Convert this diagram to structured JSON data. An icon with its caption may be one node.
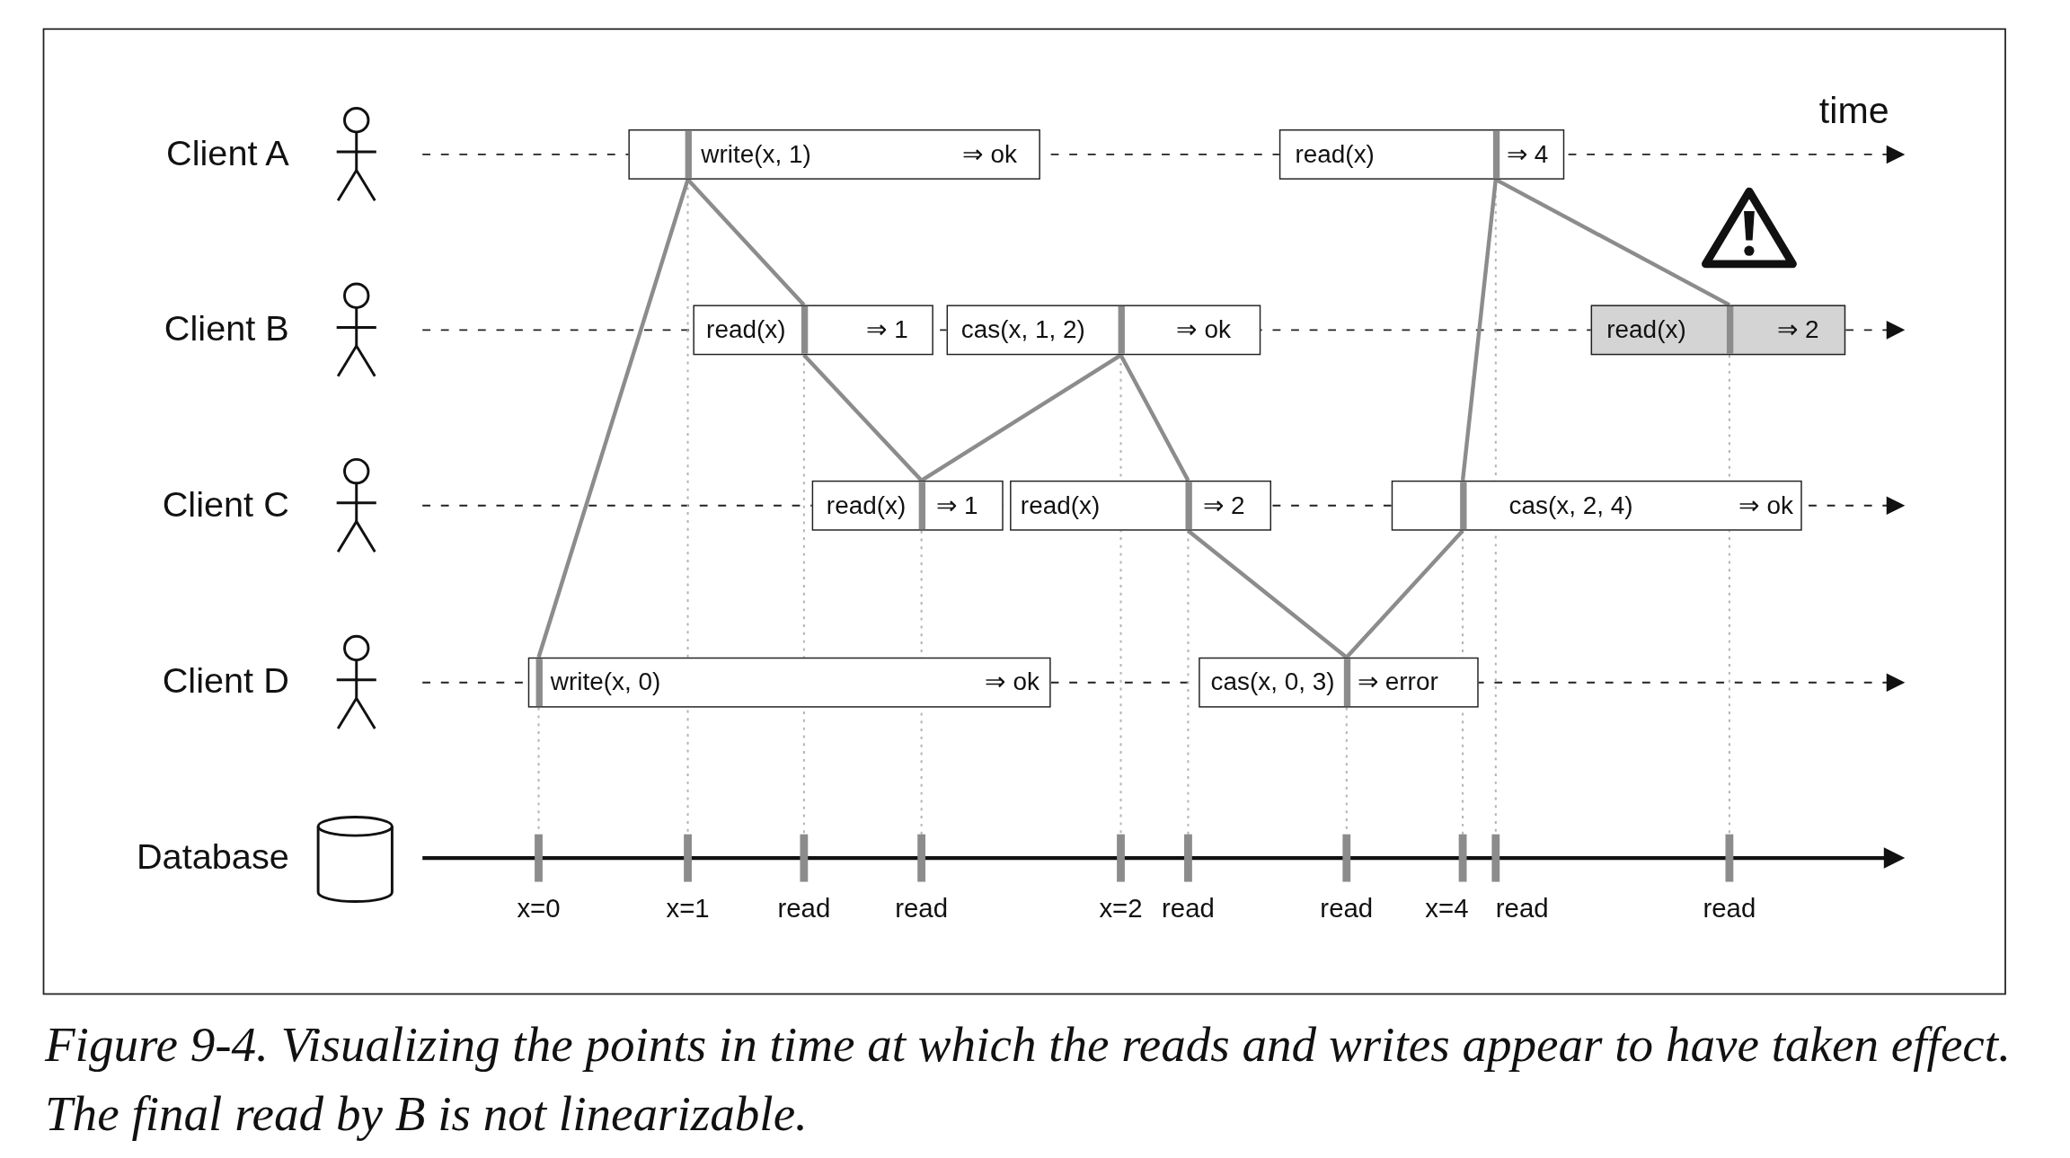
{
  "diagram": {
    "caption": "Figure 9-4. Visualizing the points in time at which the reads and writes appear to have taken effect. The final read by B is not linearizable.",
    "nodes": [
      {
        "text": [
          "Client A"
        ]
      },
      {
        "text": [
          "write(x, 1)",
          "⇒ ok"
        ]
      },
      {
        "text": [
          "read(x)",
          "⇒ 4"
        ]
      },
      {
        "text": [
          "Client B"
        ]
      },
      {
        "text": [
          "read(x)",
          "⇒ 1"
        ]
      },
      {
        "text": [
          "cas(x, 1, 2)",
          "⇒ ok"
        ]
      },
      {
        "text": [
          "read(x)",
          "⇒ 2"
        ]
      },
      {
        "text": [
          "Client C"
        ]
      },
      {
        "text": [
          "read(x)",
          "⇒ 1"
        ]
      },
      {
        "text": [
          "read(x)",
          "⇒ 2"
        ]
      },
      {
        "text": [
          "cas(x, 2, 4)",
          "⇒ ok"
        ]
      },
      {
        "text": [
          "Client D"
        ]
      },
      {
        "text": [
          "write(x, 0)",
          "⇒ ok"
        ]
      },
      {
        "text": [
          "cas(x, 0, 3)",
          "⇒ error"
        ]
      },
      {
        "text": [
          "Database"
        ]
      }
    ],
    "edges": [
      {
        "from": 12,
        "to": 1,
        "arrow": "none"
      },
      {
        "from": 1,
        "to": 4,
        "arrow": "none"
      },
      {
        "from": 4,
        "to": 8,
        "arrow": "none"
      },
      {
        "from": 8,
        "to": 5,
        "arrow": "none"
      },
      {
        "from": 5,
        "to": 9,
        "arrow": "none"
      },
      {
        "from": 9,
        "to": 13,
        "arrow": "none"
      },
      {
        "from": 13,
        "to": 10,
        "arrow": "none"
      },
      {
        "from": 10,
        "to": 2,
        "arrow": "none"
      },
      {
        "from": 2,
        "to": 6,
        "arrow": "none"
      }
    ],
    "labels": [
      "time",
      "x=0",
      "x=1",
      "read",
      "read",
      "x=2",
      "read",
      "read",
      "x=4",
      "read",
      "read"
    ]
  }
}
